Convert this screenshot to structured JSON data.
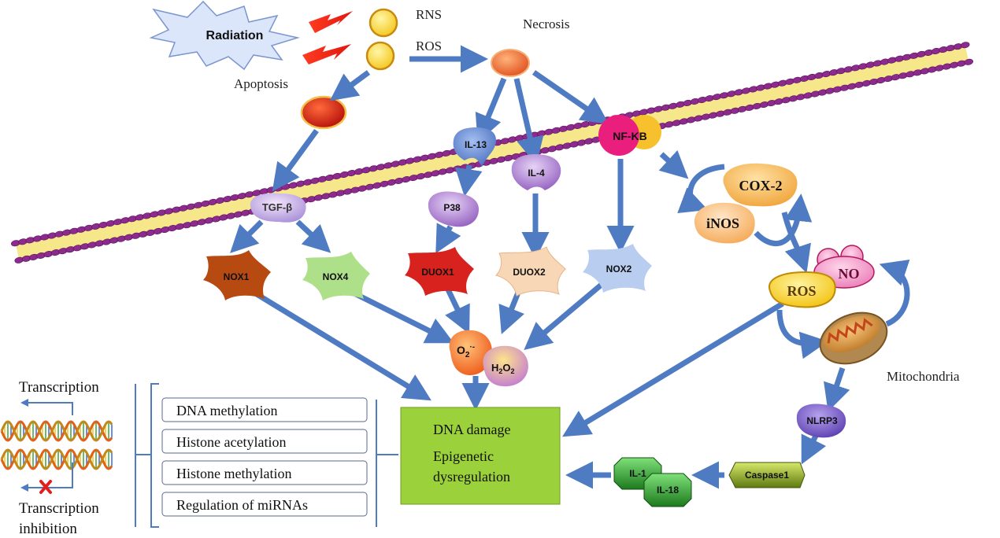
{
  "labels": {
    "radiation": "Radiation",
    "rns": "RNS",
    "ros_top": "ROS",
    "necrosis": "Necrosis",
    "apoptosis": "Apoptosis",
    "tgfb": "TGF-β",
    "il13": "IL-13",
    "il4": "IL-4",
    "p38": "P38",
    "nfkb": "NF-KB",
    "cox2": "COX-2",
    "inos": "iNOS",
    "nox1": "NOX1",
    "nox4": "NOX4",
    "duox1": "DUOX1",
    "duox2": "DUOX2",
    "nox2": "NOX2",
    "no": "NO",
    "ros_mid": "ROS",
    "o2_main": "O",
    "o2_sub": "2",
    "o2_sup": "·-",
    "h2o2_a": "H",
    "h2o2_b": "2",
    "h2o2_c": "O",
    "h2o2_d": "2",
    "mitochondria": "Mitochondria",
    "nlrp3": "NLRP3",
    "caspase1": "Caspase1",
    "il1": "IL-1",
    "il18": "IL-18",
    "damage_line1": "DNA damage",
    "damage_line2": "Epigenetic",
    "damage_line3": "dysregulation",
    "transcription": "Transcription",
    "transcription_inhibition_1": "Transcription",
    "transcription_inhibition_2": "inhibition"
  },
  "epigenetic_items": [
    "DNA methylation",
    "Histone acetylation",
    "Histone methylation",
    "Regulation of miRNAs"
  ],
  "colors": {
    "arrow": "#4f7bc3",
    "damage_box": "#9bd13a",
    "nox1": "#b64a10",
    "nox4": "#aee08a",
    "duox1": "#d7221d",
    "duox2": "#f7d7b5",
    "nox2": "#b8cdef",
    "membrane_head": "#8d2a8d",
    "membrane_tail": "#f2d84a"
  }
}
